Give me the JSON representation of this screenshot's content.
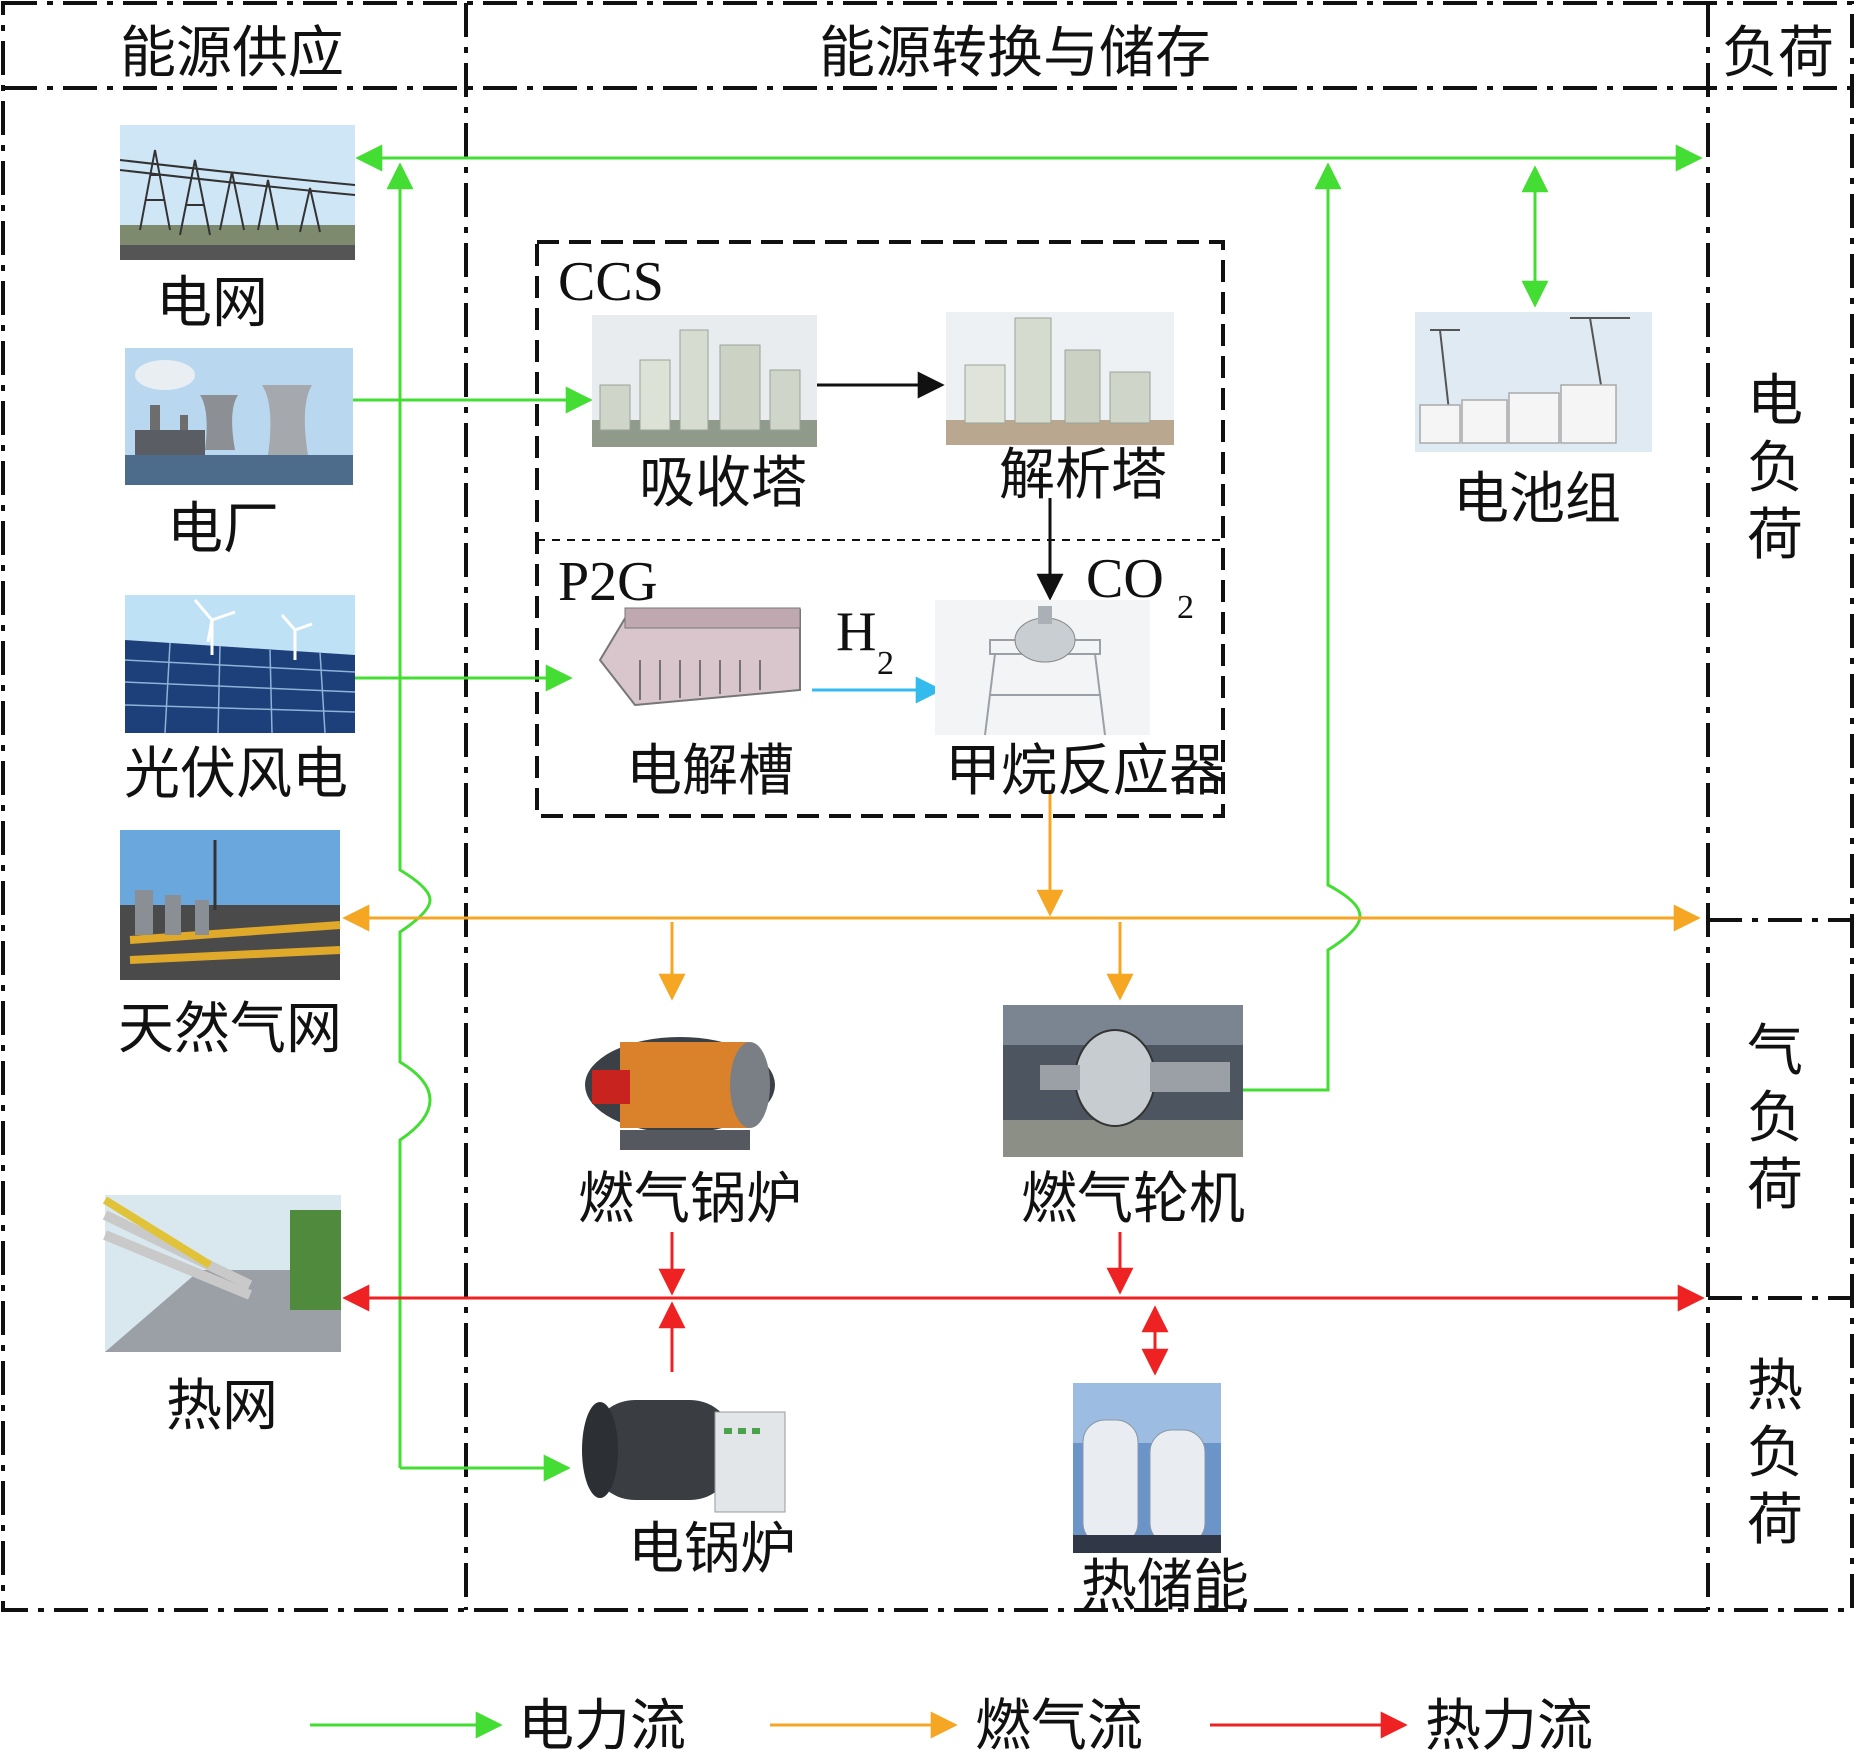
{
  "sections": {
    "supply": "能源供应",
    "conversion": "能源转换与储存",
    "load": "负荷"
  },
  "load_labels": {
    "electric": [
      "电",
      "负",
      "荷"
    ],
    "gas": [
      "气",
      "负",
      "荷"
    ],
    "heat": [
      "热",
      "负",
      "荷"
    ]
  },
  "groups": {
    "ccs": "CCS",
    "p2g": "P2G"
  },
  "nodes": {
    "grid": "电网",
    "power_plant": "电厂",
    "pv_wind": "光伏风电",
    "gas_network": "天然气网",
    "heat_network": "热网",
    "absorber": "吸收塔",
    "desorber": "解析塔",
    "electrolyzer": "电解槽",
    "methanation": "甲烷反应器",
    "battery": "电池组",
    "gas_boiler": "燃气锅炉",
    "gas_turbine": "燃气轮机",
    "electric_boiler": "电锅炉",
    "heat_storage": "热储能"
  },
  "flow_labels": {
    "h2": "H",
    "h2_sub": "2",
    "co2": "CO",
    "co2_sub": "2"
  },
  "legend": {
    "electric": "电力流",
    "gas": "燃气流",
    "heat": "热力流"
  },
  "colors": {
    "electric": "#44dd33",
    "gas": "#f5a623",
    "heat": "#ee2222",
    "hydrogen": "#33bbee",
    "co2": "#000000",
    "frame": "#111111"
  }
}
